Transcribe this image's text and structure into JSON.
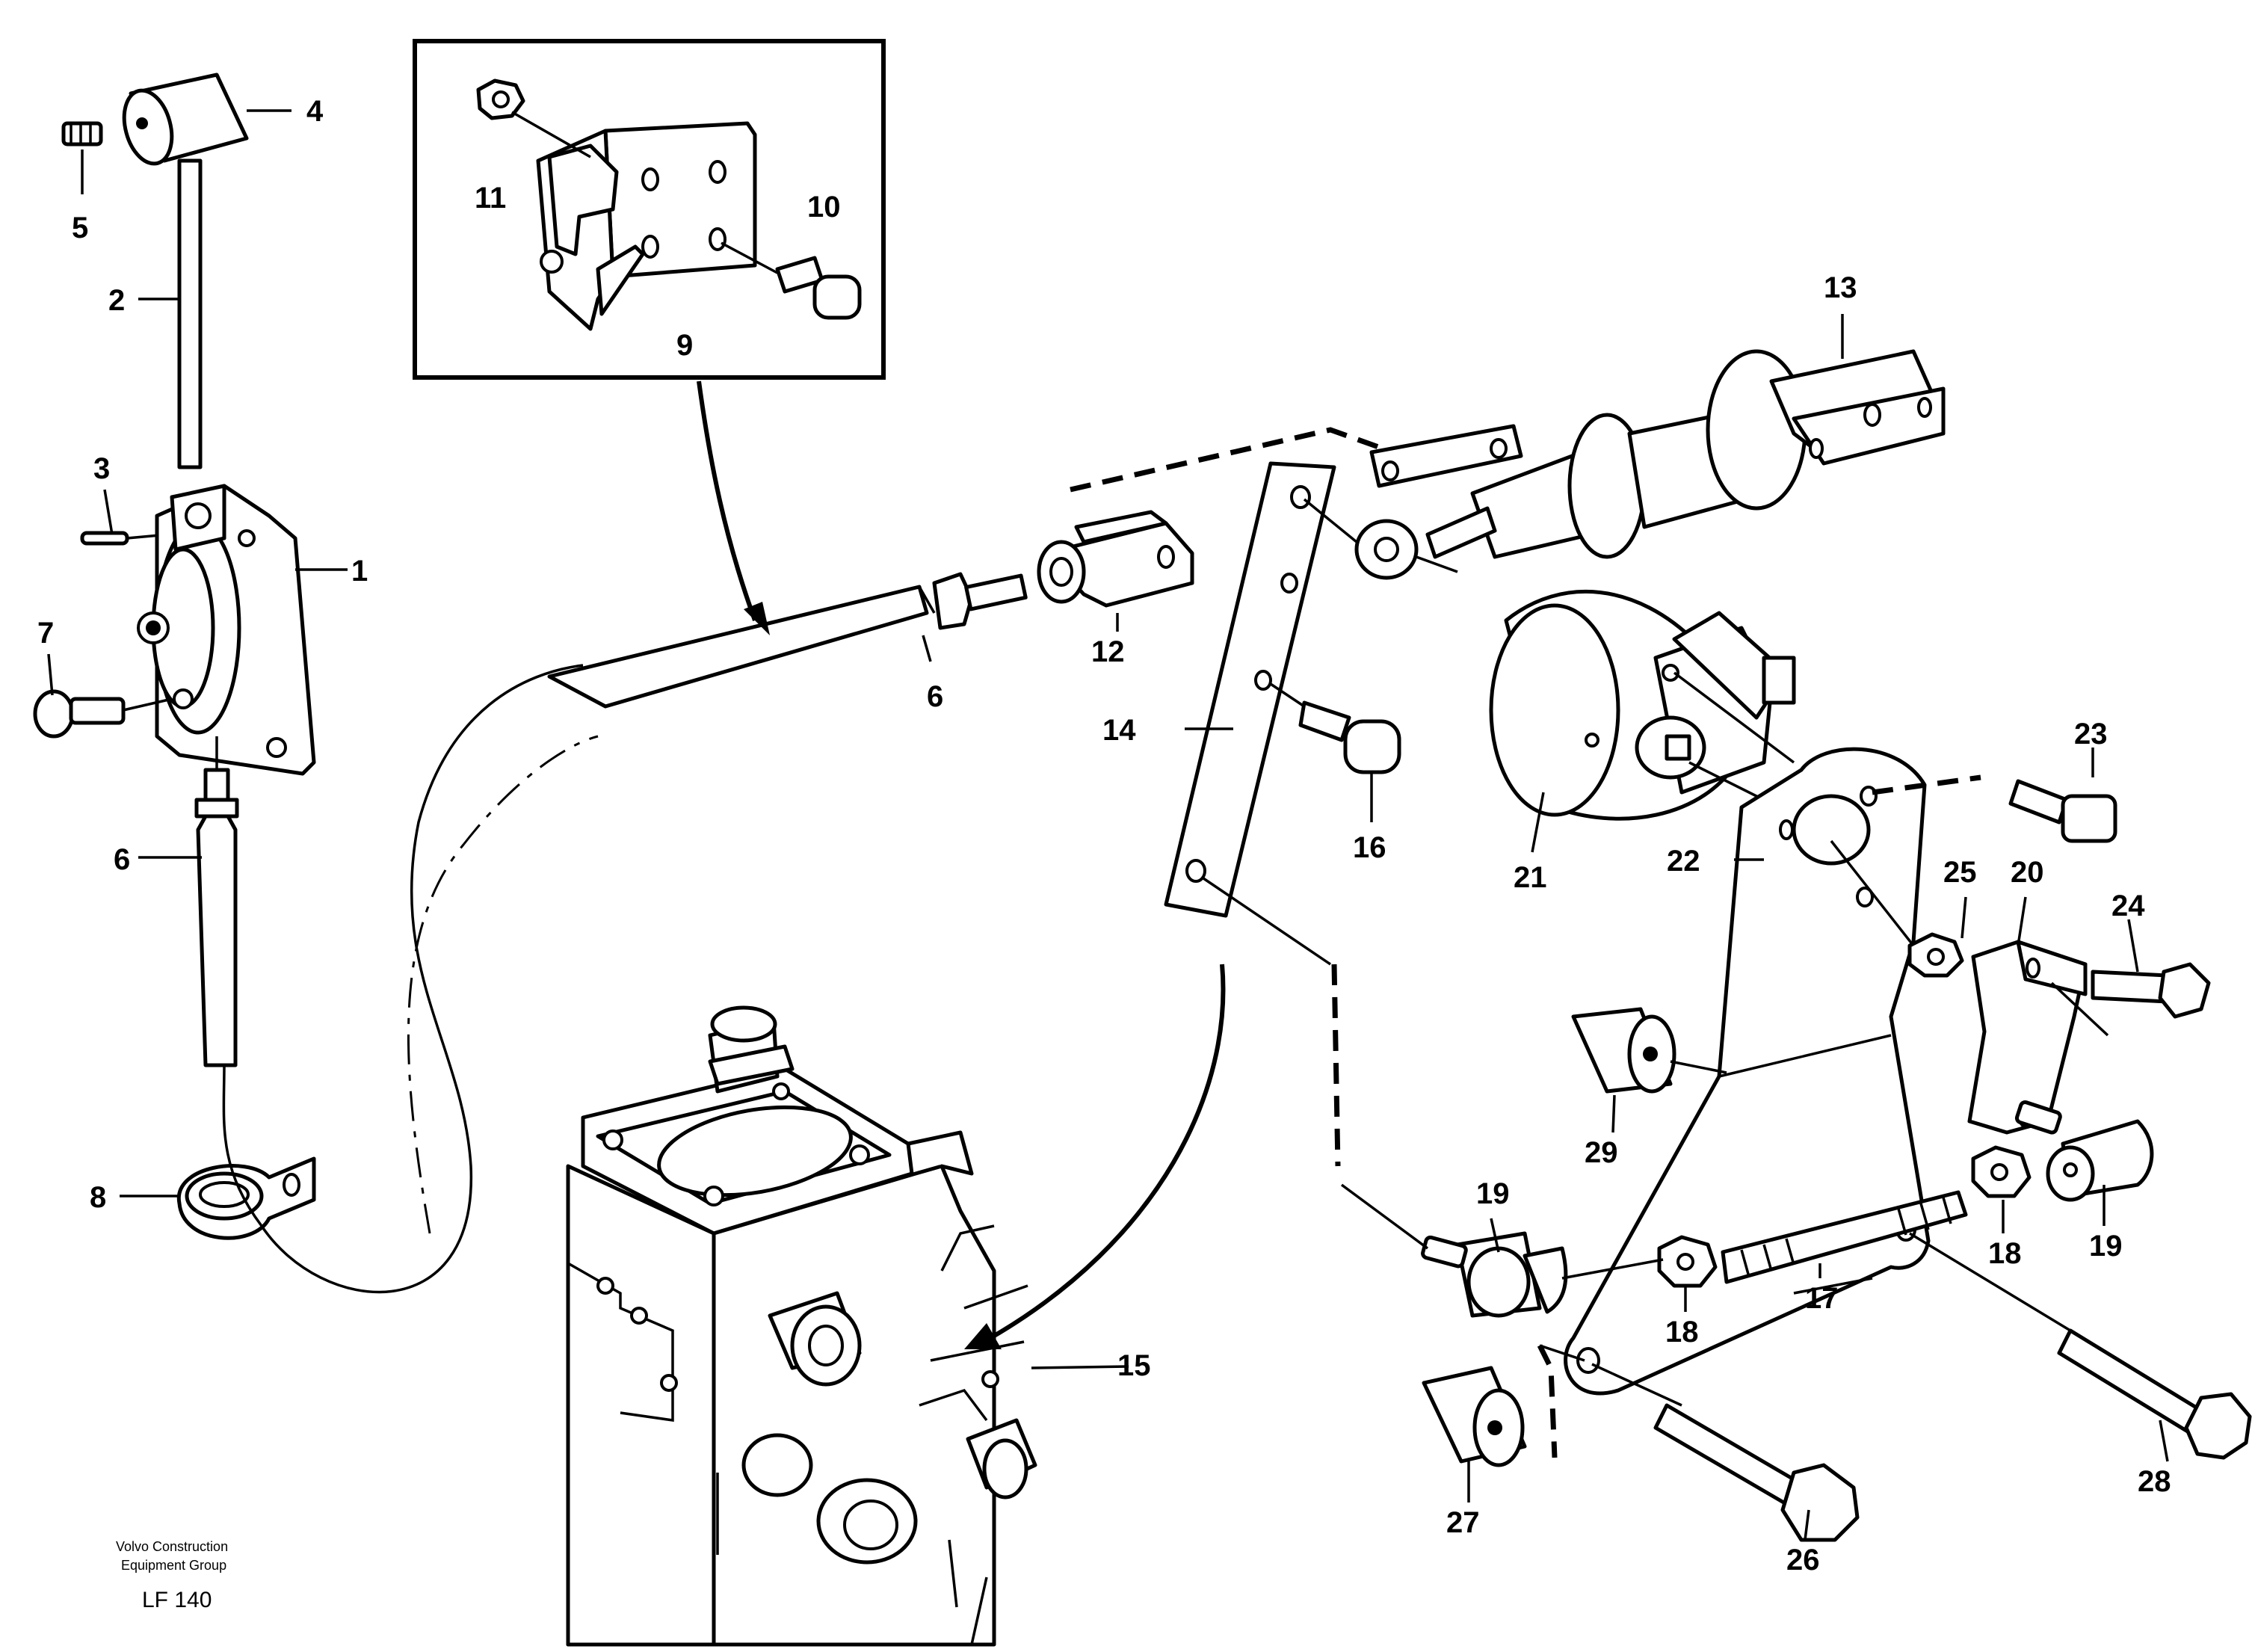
{
  "callouts": {
    "c1": "1",
    "c2": "2",
    "c3": "3",
    "c4": "4",
    "c5": "5",
    "c6a": "6",
    "c6b": "6",
    "c7": "7",
    "c8": "8",
    "c9": "9",
    "c10": "10",
    "c11": "11",
    "c12": "12",
    "c13": "13",
    "c14": "14",
    "c15": "15",
    "c16": "16",
    "c17": "17",
    "c18a": "18",
    "c18b": "18",
    "c19a": "19",
    "c19b": "19",
    "c20": "20",
    "c21": "21",
    "c22": "22",
    "c23": "23",
    "c24": "24",
    "c25": "25",
    "c26": "26",
    "c27": "27",
    "c28": "28",
    "c29": "29"
  },
  "footer": {
    "company_line1": "Volvo Construction",
    "company_line2": "Equipment Group",
    "code": "LF 140"
  },
  "colors": {
    "ink": "#000000",
    "paper": "#ffffff"
  }
}
